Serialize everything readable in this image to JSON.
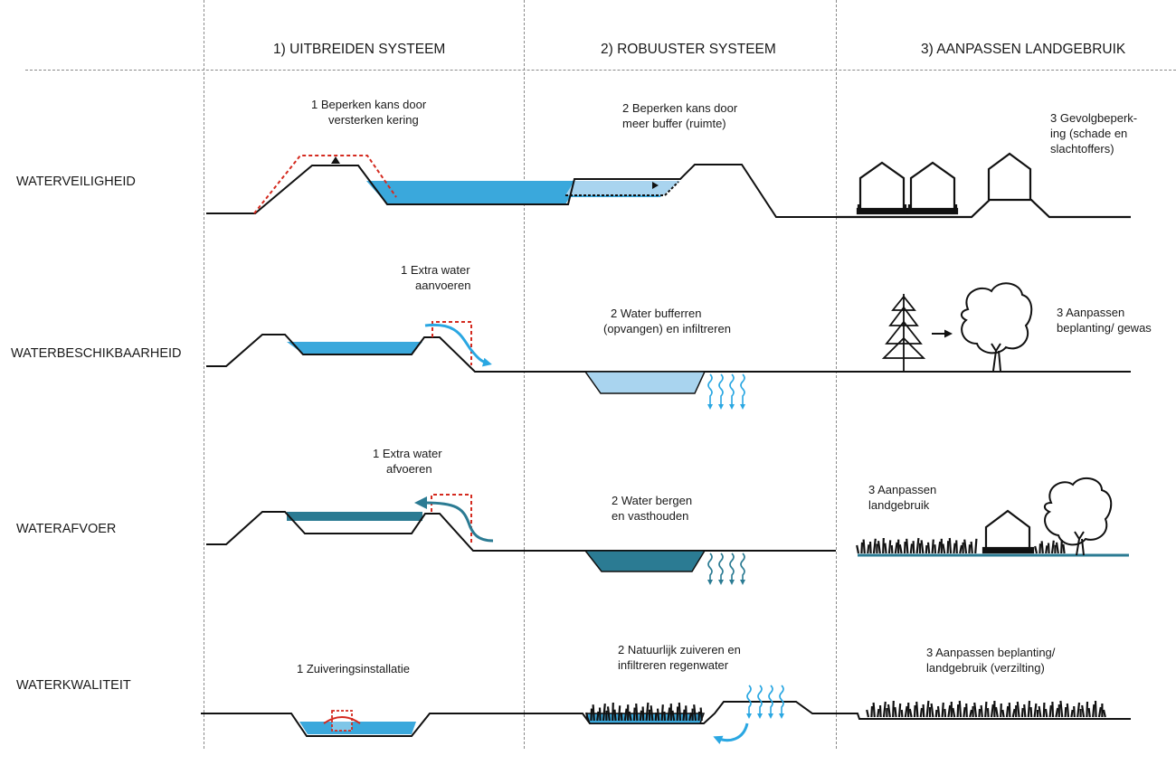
{
  "columns": [
    "1) UITBREIDEN SYSTEEM",
    "2) ROBUUSTER SYSTEEM",
    "3) AANPASSEN LANDGEBRUIK"
  ],
  "rows": [
    "WATERVEILIGHEID",
    "WATERBESCHIKBAARHEID",
    "WATERAFVOER",
    "WATERKWALITEIT"
  ],
  "annotations": {
    "veiligheid_1": [
      "1 Beperken kans door",
      "versterken kering"
    ],
    "veiligheid_2": [
      "2 Beperken kans door",
      "meer buffer (ruimte)"
    ],
    "veiligheid_3": [
      "3 Gevolgbeperk-",
      "ing (schade en",
      "slachtoffers)"
    ],
    "beschikbaarheid_1": [
      "1 Extra water",
      "aanvoeren"
    ],
    "beschikbaarheid_2": [
      "2 Water bufferren",
      "(opvangen) en infiltreren"
    ],
    "beschikbaarheid_3": [
      "3 Aanpassen",
      "beplanting/ gewas"
    ],
    "afvoer_1": [
      "1 Extra water",
      "afvoeren"
    ],
    "afvoer_2": [
      "2 Water bergen",
      "en vasthouden"
    ],
    "afvoer_3": [
      "3 Aanpassen",
      "landgebruik"
    ],
    "kwaliteit_1": [
      "1 Zuiveringsinstallatie"
    ],
    "kwaliteit_2": [
      "2 Natuurlijk zuiveren en",
      "infiltreren regenwater"
    ],
    "kwaliteit_3": [
      "3 Aanpassen beplanting/",
      "landgebruik  (verzilting)"
    ]
  },
  "colors": {
    "water_blue": "#3aa8dc",
    "water_light": "#a9d4ef",
    "water_dark": "#2b7b93",
    "arrow_blue": "#2aa7e2",
    "red_dashed": "#d42a1f",
    "ground": "#111111"
  }
}
